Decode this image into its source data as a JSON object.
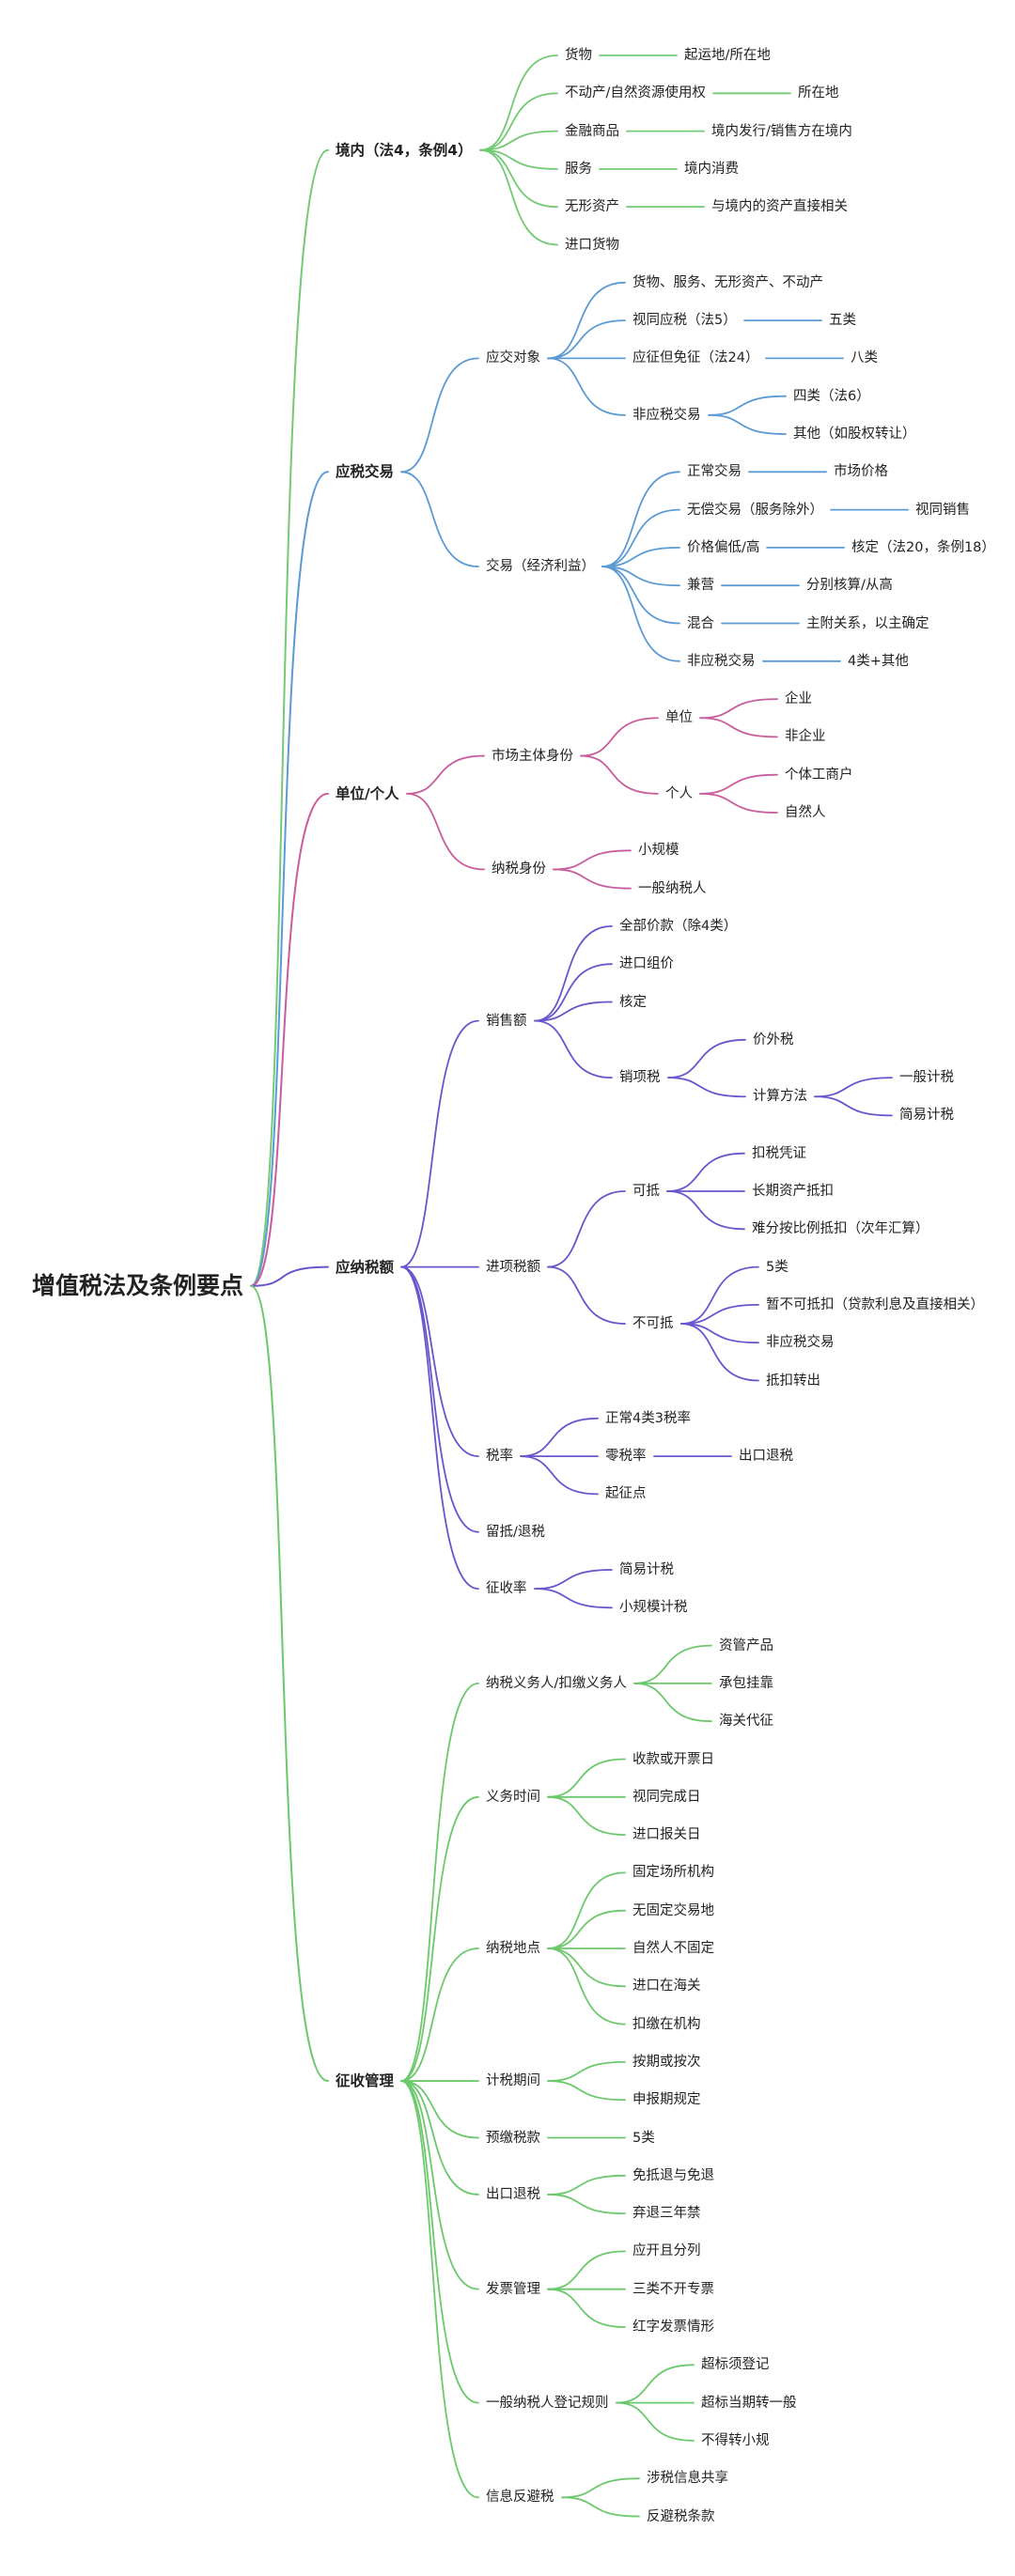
{
  "root": {
    "label": "增值税法及条例要点",
    "children": [
      {
        "label": "境内（法4，条例4）",
        "color": "#74c974",
        "children": [
          {
            "label": "货物",
            "children": [
              {
                "label": "起运地/所在地"
              }
            ]
          },
          {
            "label": "不动产/自然资源使用权",
            "children": [
              {
                "label": "所在地"
              }
            ]
          },
          {
            "label": "金融商品",
            "children": [
              {
                "label": "境内发行/销售方在境内"
              }
            ]
          },
          {
            "label": "服务",
            "children": [
              {
                "label": "境内消费"
              }
            ]
          },
          {
            "label": "无形资产",
            "children": [
              {
                "label": "与境内的资产直接相关"
              }
            ]
          },
          {
            "label": "进口货物"
          }
        ]
      },
      {
        "label": "应税交易",
        "color": "#5c9ad4",
        "children": [
          {
            "label": "应交对象",
            "children": [
              {
                "label": "货物、服务、无形资产、不动产"
              },
              {
                "label": "视同应税（法5）",
                "children": [
                  {
                    "label": "五类"
                  }
                ]
              },
              {
                "label": "应征但免征（法24）",
                "children": [
                  {
                    "label": "八类"
                  }
                ]
              },
              {
                "label": "非应税交易",
                "children": [
                  {
                    "label": "四类（法6）"
                  },
                  {
                    "label": "其他（如股权转让）"
                  }
                ]
              }
            ]
          },
          {
            "label": "交易（经济利益）",
            "children": [
              {
                "label": "正常交易",
                "children": [
                  {
                    "label": "市场价格"
                  }
                ]
              },
              {
                "label": "无偿交易（服务除外）",
                "children": [
                  {
                    "label": "视同销售"
                  }
                ]
              },
              {
                "label": "价格偏低/高",
                "children": [
                  {
                    "label": "核定（法20，条例18）"
                  }
                ]
              },
              {
                "label": "兼营",
                "children": [
                  {
                    "label": "分别核算/从高"
                  }
                ]
              },
              {
                "label": "混合",
                "children": [
                  {
                    "label": "主附关系，以主确定"
                  }
                ]
              },
              {
                "label": "非应税交易",
                "children": [
                  {
                    "label": "4类+其他"
                  }
                ]
              }
            ]
          }
        ]
      },
      {
        "label": "单位/个人",
        "color": "#c95d9c",
        "children": [
          {
            "label": "市场主体身份",
            "children": [
              {
                "label": "单位",
                "children": [
                  {
                    "label": "企业"
                  },
                  {
                    "label": "非企业"
                  }
                ]
              },
              {
                "label": "个人",
                "children": [
                  {
                    "label": "个体工商户"
                  },
                  {
                    "label": "自然人"
                  }
                ]
              }
            ]
          },
          {
            "label": "纳税身份",
            "children": [
              {
                "label": "小规模"
              },
              {
                "label": "一般纳税人"
              }
            ]
          }
        ]
      },
      {
        "label": "应纳税额",
        "color": "#6b54cc",
        "children": [
          {
            "label": "销售额",
            "children": [
              {
                "label": "全部价款（除4类）"
              },
              {
                "label": "进口组价"
              },
              {
                "label": "核定"
              },
              {
                "label": "销项税",
                "children": [
                  {
                    "label": "价外税"
                  },
                  {
                    "label": "计算方法",
                    "children": [
                      {
                        "label": "一般计税"
                      },
                      {
                        "label": "简易计税"
                      }
                    ]
                  }
                ]
              }
            ]
          },
          {
            "label": "进项税额",
            "children": [
              {
                "label": "可抵",
                "children": [
                  {
                    "label": "扣税凭证"
                  },
                  {
                    "label": "长期资产抵扣"
                  },
                  {
                    "label": "难分按比例抵扣（次年汇算）"
                  }
                ]
              },
              {
                "label": "不可抵",
                "children": [
                  {
                    "label": "5类"
                  },
                  {
                    "label": "暂不可抵扣（贷款利息及直接相关）"
                  },
                  {
                    "label": "非应税交易"
                  },
                  {
                    "label": "抵扣转出"
                  }
                ]
              }
            ]
          },
          {
            "label": "税率",
            "children": [
              {
                "label": "正常4类3税率"
              },
              {
                "label": "零税率",
                "children": [
                  {
                    "label": "出口退税"
                  }
                ]
              },
              {
                "label": "起征点"
              }
            ]
          },
          {
            "label": "留抵/退税"
          },
          {
            "label": "征收率",
            "children": [
              {
                "label": "简易计税"
              },
              {
                "label": "小规模计税"
              }
            ]
          }
        ]
      },
      {
        "label": "征收管理",
        "color": "#6cc86c",
        "children": [
          {
            "label": "纳税义务人/扣缴义务人",
            "children": [
              {
                "label": "资管产品"
              },
              {
                "label": "承包挂靠"
              },
              {
                "label": "海关代征"
              }
            ]
          },
          {
            "label": "义务时间",
            "children": [
              {
                "label": "收款或开票日"
              },
              {
                "label": "视同完成日"
              },
              {
                "label": "进口报关日"
              }
            ]
          },
          {
            "label": "纳税地点",
            "children": [
              {
                "label": "固定场所机构"
              },
              {
                "label": "无固定交易地"
              },
              {
                "label": "自然人不固定"
              },
              {
                "label": "进口在海关"
              },
              {
                "label": "扣缴在机构"
              }
            ]
          },
          {
            "label": "计税期间",
            "children": [
              {
                "label": "按期或按次"
              },
              {
                "label": "申报期规定"
              }
            ]
          },
          {
            "label": "预缴税款",
            "children": [
              {
                "label": "5类"
              }
            ]
          },
          {
            "label": "出口退税",
            "children": [
              {
                "label": "免抵退与免退"
              },
              {
                "label": "弃退三年禁"
              }
            ]
          },
          {
            "label": "发票管理",
            "children": [
              {
                "label": "应开且分列"
              },
              {
                "label": "三类不开专票"
              },
              {
                "label": "红字发票情形"
              }
            ]
          },
          {
            "label": "一般纳税人登记规则",
            "children": [
              {
                "label": "超标须登记"
              },
              {
                "label": "超标当期转一般"
              },
              {
                "label": "不得转小规"
              }
            ]
          },
          {
            "label": "信息反避税",
            "children": [
              {
                "label": "涉税信息共享"
              },
              {
                "label": "反避税条款"
              }
            ]
          }
        ]
      }
    ]
  }
}
